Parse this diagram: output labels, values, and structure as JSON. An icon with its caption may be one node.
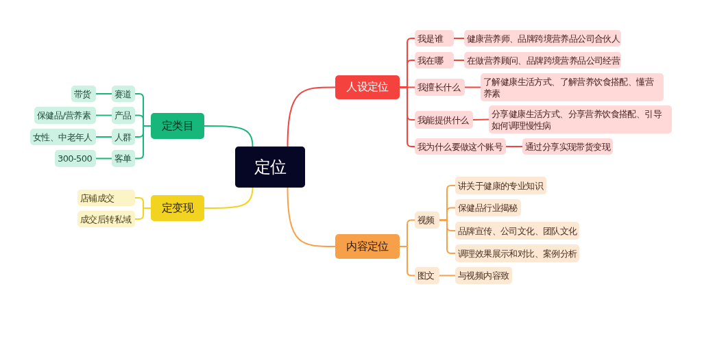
{
  "diagram": {
    "nodes": [
      {
        "text": [
          "定位"
        ]
      },
      {
        "text": [
          "人设定位"
        ]
      },
      {
        "text": [
          "我是谁"
        ]
      },
      {
        "text": [
          "健康营养师、品牌跨境营养品公司合伙人"
        ]
      },
      {
        "text": [
          "我在哪"
        ]
      },
      {
        "text": [
          "在做营养顾问、品牌跨境营养品公司经营"
        ]
      },
      {
        "text": [
          "我擅长什么"
        ]
      },
      {
        "text": [
          "了解健康生活方式、了解营养饮食搭配、懂营养素"
        ]
      },
      {
        "text": [
          "我能提供什么"
        ]
      },
      {
        "text": [
          "分享健康生活方式、分享营养饮食搭配、引导如何调理慢性病"
        ]
      },
      {
        "text": [
          "我为什么要做这个账号"
        ]
      },
      {
        "text": [
          "通过分享实现带货变现"
        ]
      },
      {
        "text": [
          "内容定位"
        ]
      },
      {
        "text": [
          "视频"
        ]
      },
      {
        "text": [
          "讲关于健康的专业知识"
        ]
      },
      {
        "text": [
          "保健品行业揭秘"
        ]
      },
      {
        "text": [
          "品牌宣传、公司文化、团队文化"
        ]
      },
      {
        "text": [
          "调理效果展示和对比、案例分析"
        ]
      },
      {
        "text": [
          "图文"
        ]
      },
      {
        "text": [
          "与视频内容致"
        ]
      },
      {
        "text": [
          "定类目"
        ]
      },
      {
        "text": [
          "赛道"
        ]
      },
      {
        "text": [
          "带货"
        ]
      },
      {
        "text": [
          "产品"
        ]
      },
      {
        "text": [
          "保健品/营养素"
        ]
      },
      {
        "text": [
          "人群"
        ]
      },
      {
        "text": [
          "女性、中老年人"
        ]
      },
      {
        "text": [
          "客单"
        ]
      },
      {
        "text": [
          "300-500"
        ]
      },
      {
        "text": [
          "定变现"
        ]
      },
      {
        "text": [
          "店铺成交"
        ]
      },
      {
        "text": [
          "成交后转私域"
        ]
      }
    ],
    "edges": [
      {
        "from": 0,
        "to": 1,
        "arrow": "none",
        "color": "#f4433e"
      },
      {
        "from": 1,
        "to": 2,
        "arrow": "none",
        "color": "#f4433e"
      },
      {
        "from": 2,
        "to": 3,
        "arrow": "none",
        "color": "#f4433e"
      },
      {
        "from": 1,
        "to": 4,
        "arrow": "none",
        "color": "#f4433e"
      },
      {
        "from": 4,
        "to": 5,
        "arrow": "none",
        "color": "#f4433e"
      },
      {
        "from": 1,
        "to": 6,
        "arrow": "none",
        "color": "#f4433e"
      },
      {
        "from": 6,
        "to": 7,
        "arrow": "none",
        "color": "#f4433e"
      },
      {
        "from": 1,
        "to": 8,
        "arrow": "none",
        "color": "#f4433e"
      },
      {
        "from": 8,
        "to": 9,
        "arrow": "none",
        "color": "#f4433e"
      },
      {
        "from": 1,
        "to": 10,
        "arrow": "none",
        "color": "#f4433e"
      },
      {
        "from": 10,
        "to": 11,
        "arrow": "none",
        "color": "#f4433e"
      },
      {
        "from": 0,
        "to": 12,
        "arrow": "none",
        "color": "#f7a04a"
      },
      {
        "from": 12,
        "to": 13,
        "arrow": "none",
        "color": "#f7a04a"
      },
      {
        "from": 13,
        "to": 14,
        "arrow": "none",
        "color": "#f7a04a"
      },
      {
        "from": 13,
        "to": 15,
        "arrow": "none",
        "color": "#f7a04a"
      },
      {
        "from": 13,
        "to": 16,
        "arrow": "none",
        "color": "#f7a04a"
      },
      {
        "from": 13,
        "to": 17,
        "arrow": "none",
        "color": "#f7a04a"
      },
      {
        "from": 12,
        "to": 18,
        "arrow": "none",
        "color": "#f7a04a"
      },
      {
        "from": 18,
        "to": 19,
        "arrow": "none",
        "color": "#f7a04a"
      },
      {
        "from": 0,
        "to": 20,
        "arrow": "none",
        "color": "#17b67b"
      },
      {
        "from": 20,
        "to": 21,
        "arrow": "none",
        "color": "#17b67b"
      },
      {
        "from": 21,
        "to": 22,
        "arrow": "none",
        "color": "#17b67b"
      },
      {
        "from": 20,
        "to": 23,
        "arrow": "none",
        "color": "#17b67b"
      },
      {
        "from": 23,
        "to": 24,
        "arrow": "none",
        "color": "#17b67b"
      },
      {
        "from": 20,
        "to": 25,
        "arrow": "none",
        "color": "#17b67b"
      },
      {
        "from": 25,
        "to": 26,
        "arrow": "none",
        "color": "#17b67b"
      },
      {
        "from": 20,
        "to": 27,
        "arrow": "none",
        "color": "#17b67b"
      },
      {
        "from": 27,
        "to": 28,
        "arrow": "none",
        "color": "#17b67b"
      },
      {
        "from": 0,
        "to": 29,
        "arrow": "none",
        "color": "#f2d31f"
      },
      {
        "from": 29,
        "to": 30,
        "arrow": "none",
        "color": "#f2d31f"
      },
      {
        "from": 29,
        "to": 31,
        "arrow": "none",
        "color": "#f2d31f"
      }
    ]
  }
}
